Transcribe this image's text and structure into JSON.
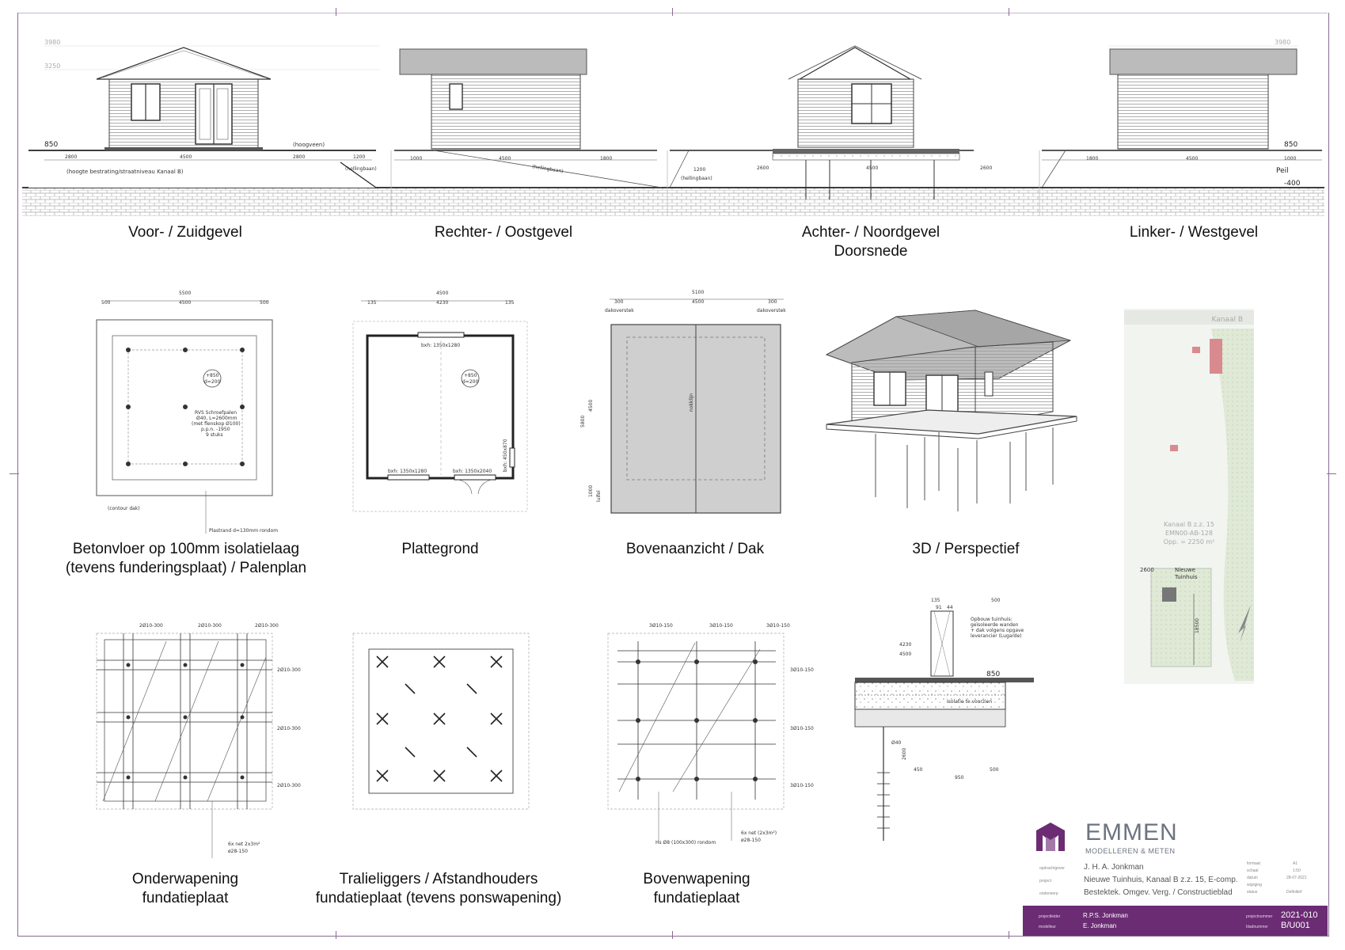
{
  "sheet": {
    "elevations": [
      {
        "name": "Voor- / Zuidgevel"
      },
      {
        "name": "Rechter- / Oostgevel"
      },
      {
        "name": "Achter- / Noordgevel",
        "sub": "Doorsnede"
      },
      {
        "name": "Linker- / Westgevel"
      }
    ],
    "levels": {
      "top": "3980",
      "eave": "3250",
      "floor": "850",
      "peil": "Peil",
      "minus": "-400"
    },
    "elevation_notes": {
      "hoogveen": "(hoogveen)",
      "peil_note": "(hoogte bestrating/straatniveau Kanaal B)",
      "hellingbaan": "(hellingbaan)",
      "dims_front": [
        "2800",
        "4500",
        "2800",
        "1200"
      ],
      "dims_right": [
        "1000",
        "4500",
        "1800"
      ],
      "dims_back": [
        "1200",
        "2600",
        "4500",
        "2600"
      ],
      "dims_left": [
        "1800",
        "4500",
        "1000"
      ]
    },
    "plans_row1": [
      {
        "title_a": "Betonvloer op 100mm isolatielaag",
        "title_b": "(tevens funderingsplaat) / Palenplan",
        "dims_top": [
          "5500",
          "500",
          "4500",
          "500"
        ],
        "notes": [
          "+850",
          "d=200",
          "RVS Schroefpalen",
          "Ø40, L=2600mm",
          "(met flenskop Ø100)",
          "p.p.n. -1950",
          "9 stuks",
          "(contour dak)",
          "Plastrand d=130mm rondom"
        ]
      },
      {
        "title_a": "Plattegrond",
        "dims_top": [
          "4500",
          "135",
          "4230",
          "135"
        ],
        "notes": [
          "bxh: 1350x1280",
          "bxh: 1350x1280",
          "bxh: 1350x2040",
          "bxh: 450x870",
          "+850",
          "d=200"
        ]
      },
      {
        "title_a": "Bovenaanzicht / Dak",
        "dims_top": [
          "5100",
          "300",
          "4500",
          "300"
        ],
        "notes": [
          "dakoverstek",
          "dakoverstek",
          "nokklijn",
          "5800",
          "4500",
          "1000",
          "luifel"
        ]
      },
      {
        "title_a": "3D / Perspectief"
      }
    ],
    "plans_row2": [
      {
        "title_a": "Onderwapening",
        "title_b": "fundatieplaat",
        "notes": [
          "2Ø10-300",
          "2Ø10-300",
          "2Ø10-300",
          "2Ø10-300",
          "2Ø10-300",
          "2Ø10-300",
          "6x net 2x3m²",
          "ø28-150"
        ]
      },
      {
        "title_a": "Tralieliggers / Afstandhouders",
        "title_b": "fundatieplaat (tevens ponswapening)"
      },
      {
        "title_a": "Bovenwapening",
        "title_b": "fundatieplaat",
        "notes": [
          "3Ø10-150",
          "3Ø10-150",
          "3Ø10-150",
          "3Ø10-150",
          "3Ø10-150",
          "3Ø10-150",
          "Hs Ø8 (100x300) rondom",
          "6x net (2x3m²)",
          "ø28-150"
        ]
      }
    ],
    "detail": {
      "dims": [
        "135",
        "91",
        "44",
        "500",
        "4230",
        "4500",
        "850",
        "450",
        "950",
        "500",
        "2600",
        "Ø40"
      ],
      "notes": [
        "Opbouw tuinhuis:",
        "geïsoleerde wanden",
        "+ dak volgens opgave",
        "leverancier (Lugarde)",
        "Isolatie te voorzien"
      ]
    },
    "site": {
      "road": "Kanaal B",
      "parcel": "Kanaal B z.z. 15",
      "parcel_id": "EMN00-AB-128",
      "area": "Opp. = 2250 m²",
      "house": "Nieuwe",
      "house2": "Tuinhuis",
      "d1": "2600",
      "d2": "18500"
    }
  },
  "titleblock": {
    "brand": "EMMEN",
    "brand_sub": "MODELLEREN & METEN",
    "opdrachtgever_k": "opdrachtgever",
    "opdrachtgever": "J. H. A. Jonkman",
    "project_k": "project",
    "project": "Nieuwe Tuinhuis, Kanaal B z.z. 15, E-comp.",
    "onderwerp_k": "onderwerp",
    "onderwerp": "Bestektek. Omgev. Verg. / Constructieblad",
    "format_k": "formaat",
    "format": "A1",
    "schaal_k": "schaal",
    "schaal": "1:50",
    "datum_k": "datum",
    "datum": "28-07-2021",
    "wijziging_k": "wijziging",
    "wijziging": "",
    "status_k": "status",
    "status": "Definitief",
    "projectleider_k": "projectleider",
    "projectleider": "R.P.S. Jonkman",
    "modelleur_k": "modelleur",
    "modelleur": "E. Jonkman",
    "projectnummer_k": "projectnummer",
    "projectnummer": "2021-010",
    "bladnummer_k": "bladnummer",
    "bladnummer": "B/U001"
  }
}
